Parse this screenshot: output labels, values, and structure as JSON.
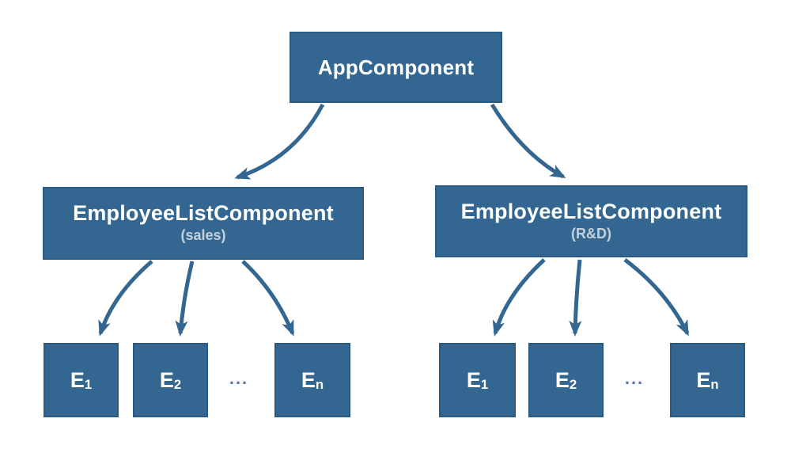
{
  "diagram": {
    "type": "component-tree",
    "root": {
      "label": "AppComponent"
    },
    "groups": [
      {
        "label": "EmployeeListComponent",
        "sublabel": "(sales)",
        "ellipsis": "...",
        "children": [
          {
            "base": "E",
            "sub": "1"
          },
          {
            "base": "E",
            "sub": "2"
          },
          {
            "base": "E",
            "sub": "n"
          }
        ]
      },
      {
        "label": "EmployeeListComponent",
        "sublabel": "(R&D)",
        "ellipsis": "...",
        "children": [
          {
            "base": "E",
            "sub": "1"
          },
          {
            "base": "E",
            "sub": "2"
          },
          {
            "base": "E",
            "sub": "n"
          }
        ]
      }
    ],
    "colors": {
      "background": "#ffffff",
      "box_fill": "#336791",
      "box_border": "#2b5a80",
      "title_text": "#ffffff",
      "subtitle_text": "#c6d0da",
      "arrow": "#336791",
      "ellipsis_text": "#54779e"
    }
  }
}
